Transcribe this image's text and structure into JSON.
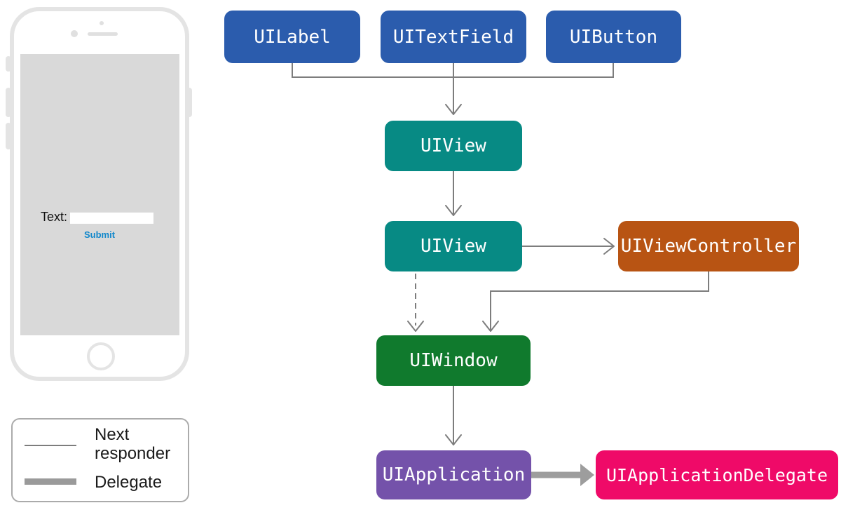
{
  "diagram": {
    "nodes": [
      {
        "id": "uilabel",
        "label": "UILabel",
        "color": "#2b5cad"
      },
      {
        "id": "uitextfield",
        "label": "UITextField",
        "color": "#2b5cad"
      },
      {
        "id": "uibutton",
        "label": "UIButton",
        "color": "#2b5cad"
      },
      {
        "id": "uiview-top",
        "label": "UIView",
        "color": "#078a84"
      },
      {
        "id": "uiview-bottom",
        "label": "UIView",
        "color": "#078a84"
      },
      {
        "id": "uiviewcontroller",
        "label": "UIViewController",
        "color": "#b85413"
      },
      {
        "id": "uiwindow",
        "label": "UIWindow",
        "color": "#107a2d"
      },
      {
        "id": "uiapplication",
        "label": "UIApplication",
        "color": "#7452aa"
      },
      {
        "id": "uiapplicationdelegate",
        "label": "UIApplicationDelegate",
        "color": "#ef0a68"
      }
    ],
    "connector_color": "#7d7d7d",
    "delegate_connector_color": "#9d9d9d"
  },
  "phone": {
    "field_label": "Text:",
    "field_value": "",
    "submit_label": "Submit",
    "submit_color": "#1288cb"
  },
  "legend": {
    "items": [
      {
        "style": "thin",
        "label": "Next responder"
      },
      {
        "style": "thick",
        "label": "Delegate"
      }
    ]
  }
}
